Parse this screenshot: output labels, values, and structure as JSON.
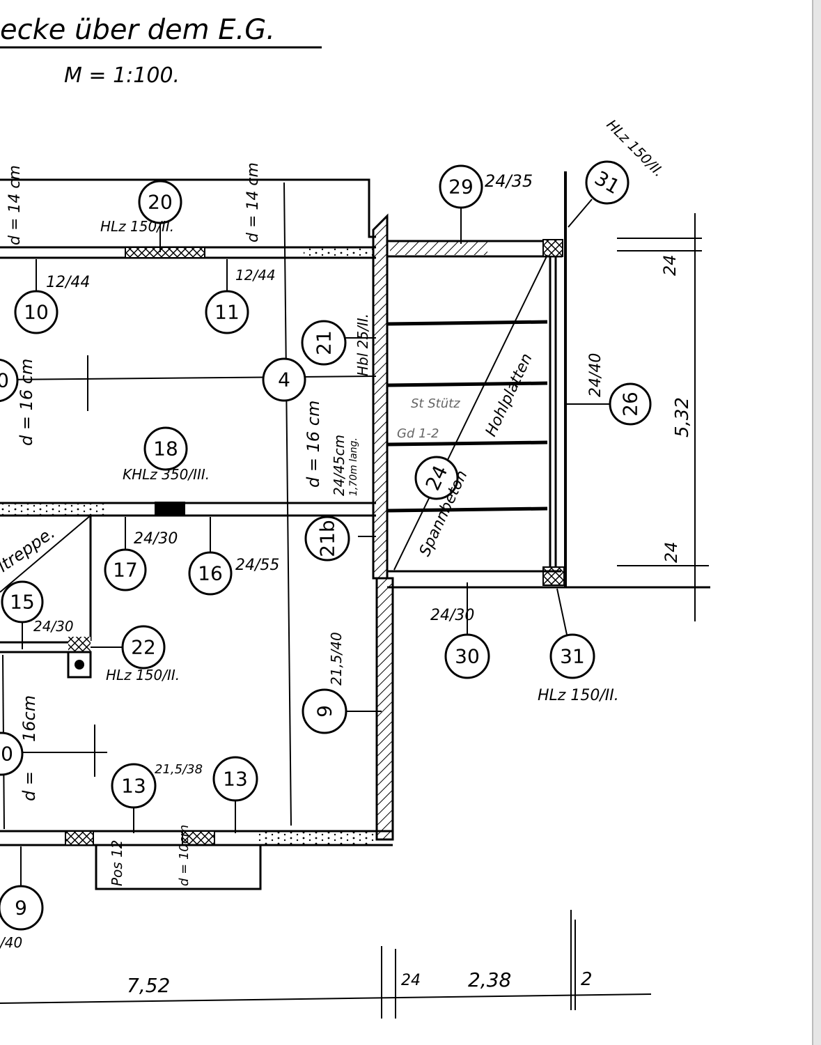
{
  "title": "ecke über dem E.G.",
  "scale": "M = 1:100.",
  "positions": [
    "20",
    "10",
    "11",
    "4",
    "21",
    "18",
    "24",
    "26",
    "29",
    "31",
    "17",
    "16",
    "15",
    "22",
    "21b",
    "9",
    "13",
    "13",
    "30",
    "31",
    "9",
    "0",
    "0"
  ],
  "labels": {
    "hlz_top": "HLz 150/II.",
    "b12_44a": "12/44",
    "b12_44b": "12/44",
    "d14a": "d = 14 cm",
    "d14b": "d = 14 cm",
    "d16a": "d = 16 cm",
    "d16b": "d = 16 cm",
    "d16c": "16cm",
    "d_eq": "d =",
    "hbl": "Hbl 25/II.",
    "khlz": "KHLz 350/III.",
    "b24_45": "24/45cm",
    "len": "1,70m lang.",
    "st": "St Stütz",
    "gd": "Gd 1-2",
    "hohl": "Hohlplatten",
    "spann": "Spannbeton",
    "b24_40": "24/40",
    "b24_35": "24/35",
    "hlz_31a": "HLz 150/II.",
    "b24_30a": "24/30",
    "b24_55": "24/55",
    "treppe": "ltreppe.",
    "b24_30b": "24/30",
    "hlz_22": "HLz 150/II.",
    "b21_40": "21,5/40",
    "b21_38": "21,5/38",
    "pos12": "Pos 12",
    "d10": "d = 10cm",
    "b24_3": "24/30",
    "hlz_31b": "HLz 150/II.",
    "b40": "/40"
  },
  "dimensions": {
    "d24a": "24",
    "d532": "5,32",
    "d24b": "24",
    "d752": "7,52",
    "d24c": "24",
    "d238": "2,38",
    "d2": "2"
  }
}
